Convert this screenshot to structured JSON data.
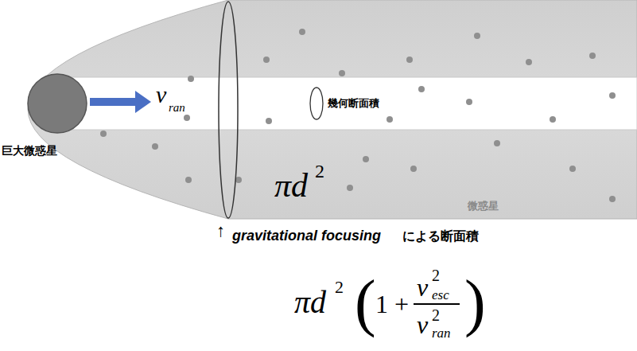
{
  "diagram": {
    "labels": [
      "巨大微惑星",
      "v",
      "ran",
      "幾何断面積",
      "πd",
      "2",
      "微惑星",
      "↑",
      "gravitational focusing",
      "による断面積",
      "πd",
      "2",
      "(",
      "1 +",
      "v",
      "2",
      "esc",
      "v",
      "2",
      "ran",
      ")"
    ]
  }
}
